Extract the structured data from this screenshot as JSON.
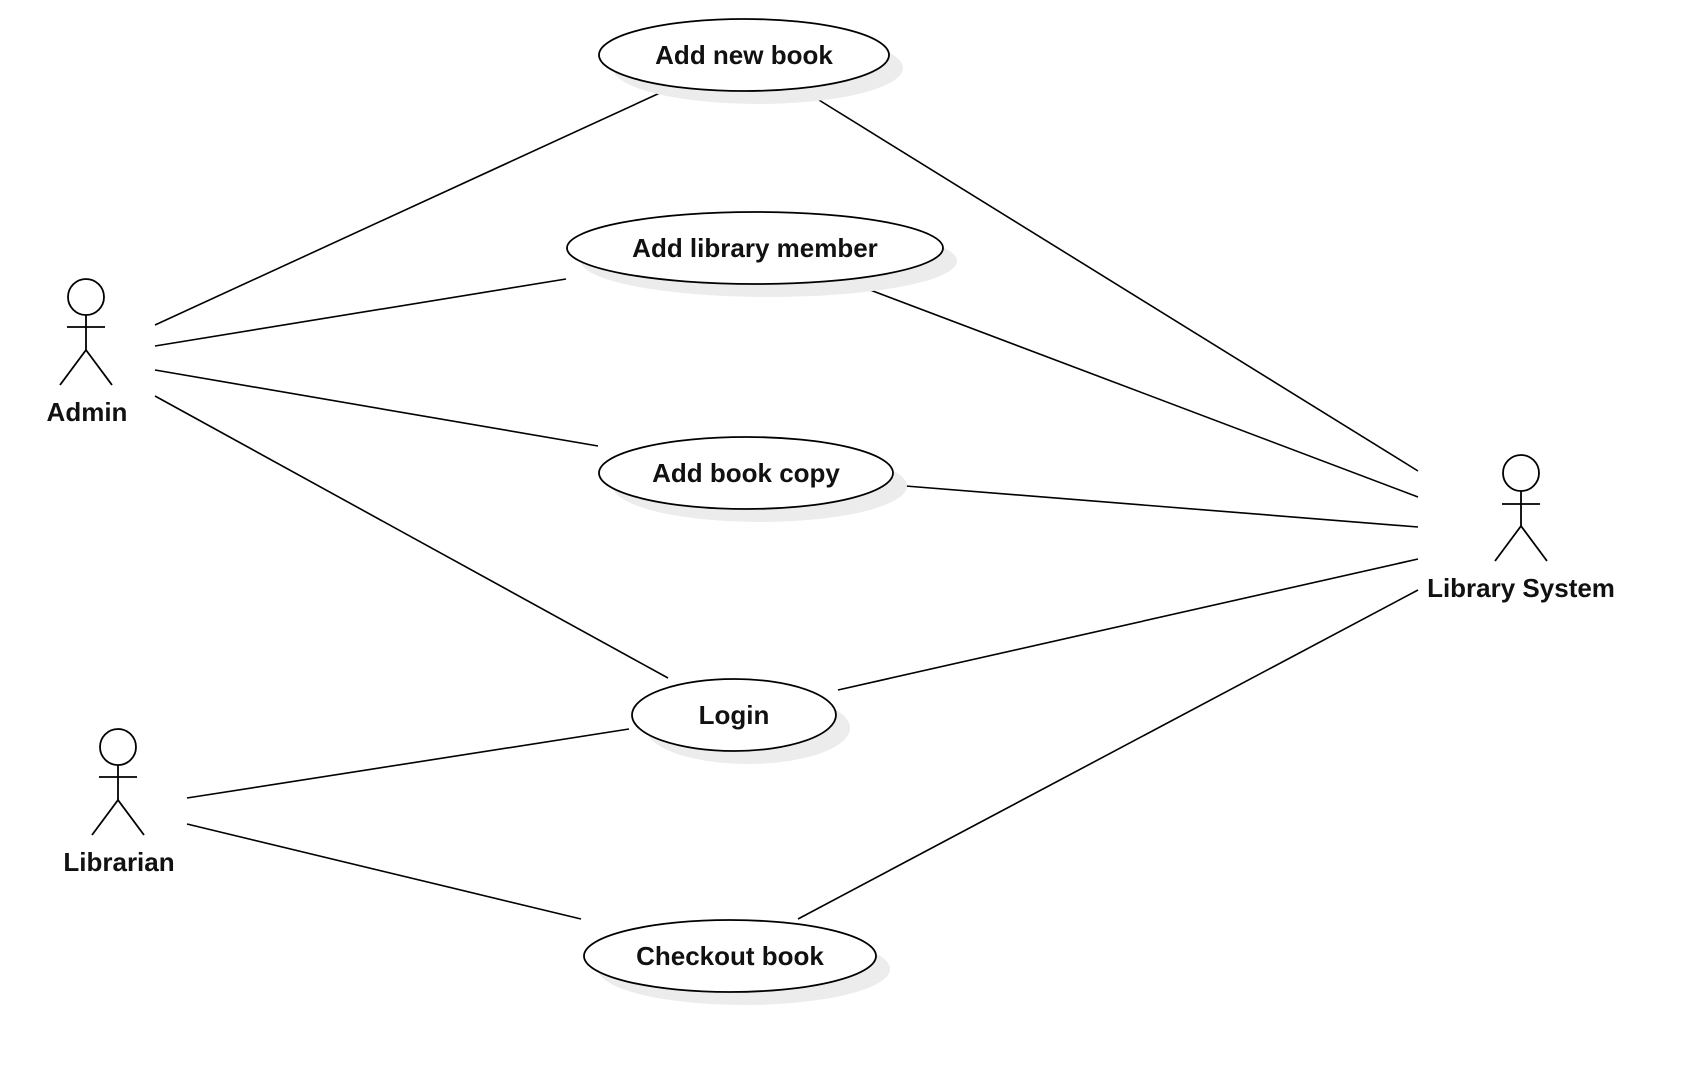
{
  "diagram": {
    "type": "uml-use-case",
    "actors": {
      "admin": {
        "label": "Admin"
      },
      "librarian": {
        "label": "Librarian"
      },
      "library_system": {
        "label": "Library System"
      }
    },
    "use_cases": {
      "add_new_book": {
        "label": "Add new book"
      },
      "add_library_member": {
        "label": "Add library member"
      },
      "add_book_copy": {
        "label": "Add book copy"
      },
      "login": {
        "label": "Login"
      },
      "checkout_book": {
        "label": "Checkout book"
      }
    },
    "associations": [
      {
        "actor": "admin",
        "use_case": "add_new_book"
      },
      {
        "actor": "admin",
        "use_case": "add_library_member"
      },
      {
        "actor": "admin",
        "use_case": "add_book_copy"
      },
      {
        "actor": "admin",
        "use_case": "login"
      },
      {
        "actor": "librarian",
        "use_case": "login"
      },
      {
        "actor": "librarian",
        "use_case": "checkout_book"
      },
      {
        "actor": "library_system",
        "use_case": "add_new_book"
      },
      {
        "actor": "library_system",
        "use_case": "add_library_member"
      },
      {
        "actor": "library_system",
        "use_case": "add_book_copy"
      },
      {
        "actor": "library_system",
        "use_case": "login"
      },
      {
        "actor": "library_system",
        "use_case": "checkout_book"
      }
    ]
  }
}
